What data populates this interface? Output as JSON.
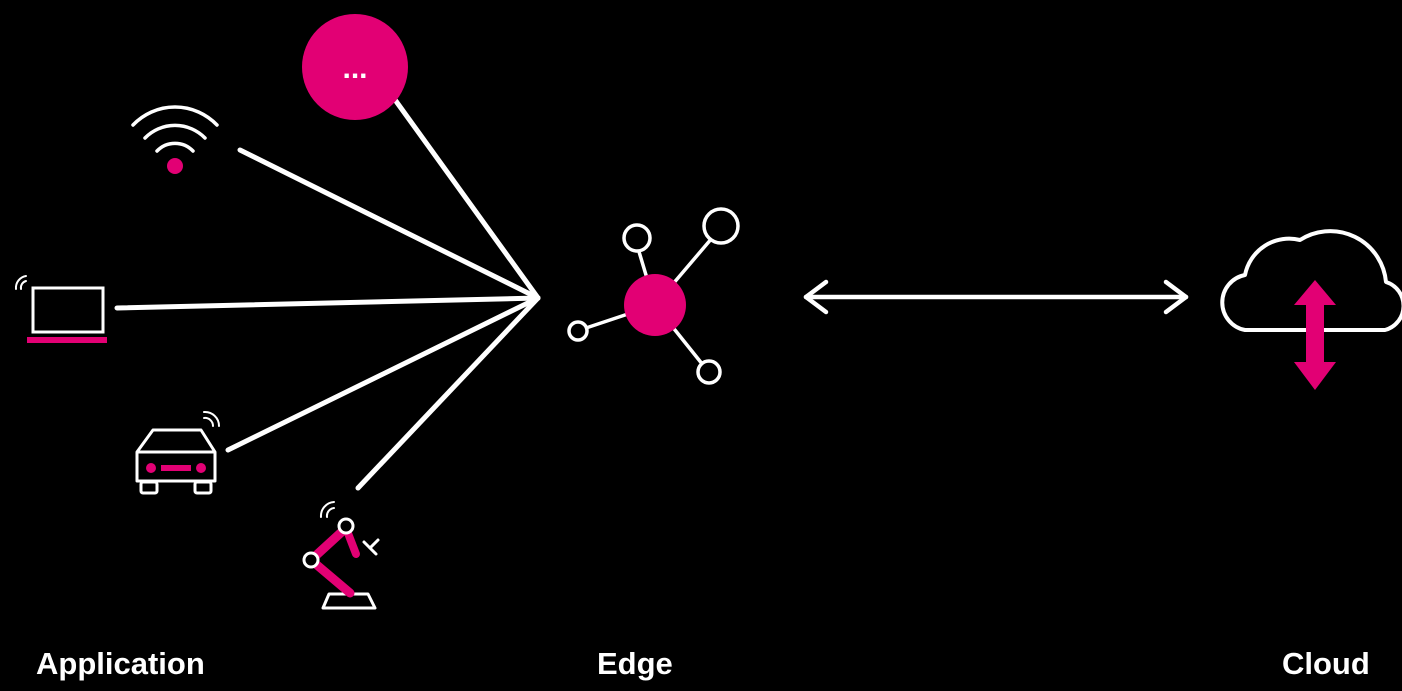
{
  "labels": {
    "application": "Application",
    "edge": "Edge",
    "cloud": "Cloud"
  },
  "more_node": {
    "text": "..."
  },
  "devices": [
    {
      "icon": "wifi-icon"
    },
    {
      "icon": "laptop-icon"
    },
    {
      "icon": "car-icon"
    },
    {
      "icon": "robot-arm-icon"
    }
  ],
  "edge_node": {
    "icon": "edge-hub-icon"
  },
  "cloud_node": {
    "icon": "cloud-sync-icon"
  },
  "connection": {
    "icon": "bidirectional-arrow-icon"
  },
  "colors": {
    "background": "#000000",
    "accent": "#e20074",
    "line": "#ffffff"
  }
}
